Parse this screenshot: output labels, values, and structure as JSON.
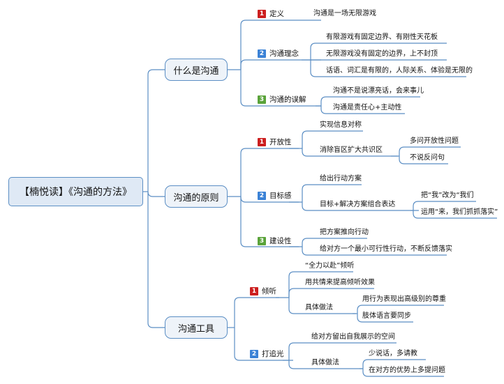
{
  "root": {
    "label": "【楠悦读】《沟通的方法》"
  },
  "branches": [
    {
      "label": "什么是沟通",
      "children": [
        {
          "label": "定义",
          "priority": "1",
          "children": [
            {
              "label": "沟通是一场无限游戏"
            }
          ]
        },
        {
          "label": "沟通理念",
          "priority": "2",
          "children": [
            {
              "label": "有限游戏有固定边界、有刚性天花板"
            },
            {
              "label": "无限游戏没有固定的边界，上不封顶"
            },
            {
              "label": "话语、词汇是有限的，人际关系、体验是无限的"
            }
          ]
        },
        {
          "label": "沟通的误解",
          "priority": "3",
          "children": [
            {
              "label": "沟通不是说漂亮话，会来事儿"
            },
            {
              "label": "沟通是责任心+主动性"
            }
          ]
        }
      ]
    },
    {
      "label": "沟通的原则",
      "children": [
        {
          "label": "开放性",
          "priority": "1",
          "children": [
            {
              "label": "实现信息对称"
            },
            {
              "label": "消除盲区扩大共识区",
              "children": [
                {
                  "label": "多问开放性问题"
                },
                {
                  "label": "不说反问句"
                }
              ]
            }
          ]
        },
        {
          "label": "目标感",
          "priority": "2",
          "children": [
            {
              "label": "给出行动方案"
            },
            {
              "label": "目标+解决方案组合表达",
              "children": [
                {
                  "label": "把“我”改为“我们"
                },
                {
                  "label": "运用“来，我们抓抓落实”"
                }
              ]
            }
          ]
        },
        {
          "label": "建设性",
          "priority": "3",
          "children": [
            {
              "label": "把方案推向行动"
            },
            {
              "label": "给对方一个最小可行性行动，不断反馈落实"
            }
          ]
        }
      ]
    },
    {
      "label": "沟通工具",
      "children": [
        {
          "label": "倾听",
          "priority": "1",
          "children": [
            {
              "label": "“全力以赴”倾听"
            },
            {
              "label": "用共情来提高倾听效果"
            },
            {
              "label": "具体做法",
              "children": [
                {
                  "label": "用行为表现出高级别的尊重"
                },
                {
                  "label": "肢体语言要同步"
                }
              ]
            }
          ]
        },
        {
          "label": "打追光",
          "priority": "2",
          "children": [
            {
              "label": "给对方留出自我展示的空间"
            },
            {
              "label": "具体做法",
              "children": [
                {
                  "label": "少说话，多请教"
                },
                {
                  "label": "在对方的优势上多提问题"
                }
              ]
            }
          ]
        }
      ]
    }
  ],
  "colors": {
    "line": "#5b8ec4",
    "badge_1": "#cc1f1f",
    "badge_2": "#3b82d6",
    "badge_3": "#5aa33a"
  }
}
